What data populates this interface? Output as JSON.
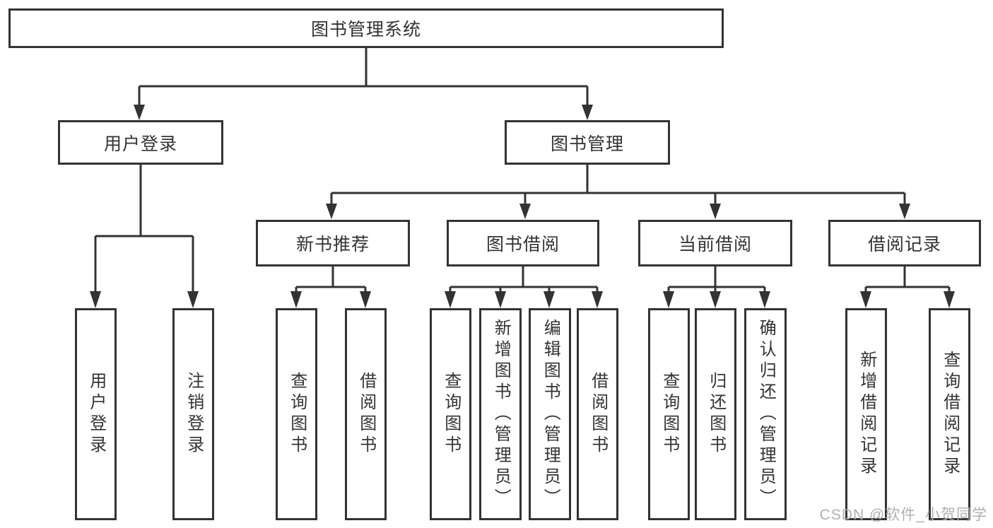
{
  "diagram": {
    "root": {
      "label": "图书管理系统"
    },
    "user_login": {
      "label": "用户登录",
      "children": [
        {
          "label": "用户登录"
        },
        {
          "label": "注销登录"
        }
      ]
    },
    "book_mgmt": {
      "label": "图书管理",
      "sections": [
        {
          "label": "新书推荐",
          "children": [
            {
              "label": "查询图书"
            },
            {
              "label": "借阅图书"
            }
          ]
        },
        {
          "label": "图书借阅",
          "children": [
            {
              "label": "查询图书"
            },
            {
              "label": "新增图书（管理员）"
            },
            {
              "label": "编辑图书（管理员）"
            },
            {
              "label": "借阅图书"
            }
          ]
        },
        {
          "label": "当前借阅",
          "children": [
            {
              "label": "查询图书"
            },
            {
              "label": "归还图书"
            },
            {
              "label": "确认归还（管理员）"
            }
          ]
        },
        {
          "label": "借阅记录",
          "children": [
            {
              "label": "新增借阅记录"
            },
            {
              "label": "查询借阅记录"
            }
          ]
        }
      ]
    }
  },
  "watermark": "CSDN @软件_小贺同学",
  "colors": {
    "line": "#333333",
    "text": "#333333",
    "background": "#ffffff",
    "watermark": "#b0b0b0"
  }
}
